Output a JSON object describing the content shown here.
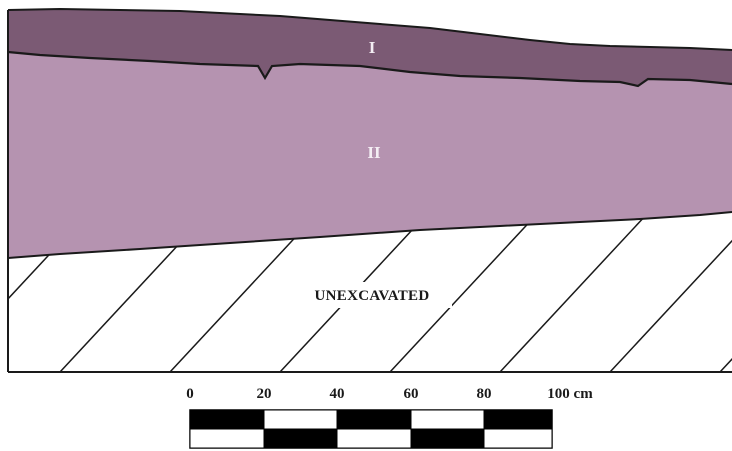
{
  "profile": {
    "layers": [
      {
        "label": "I",
        "fill": "#7b5a74"
      },
      {
        "label": "II",
        "fill": "#b593b0"
      }
    ],
    "unexcavated": {
      "label": "UNEXCAVATED",
      "fill": "#ffffff"
    },
    "line_color": "#1a1a1a"
  },
  "scale_bar": {
    "ticks": [
      "0",
      "20",
      "40",
      "60",
      "80",
      "100 cm"
    ],
    "fill_dark": "#000000",
    "fill_light": "#ffffff"
  }
}
